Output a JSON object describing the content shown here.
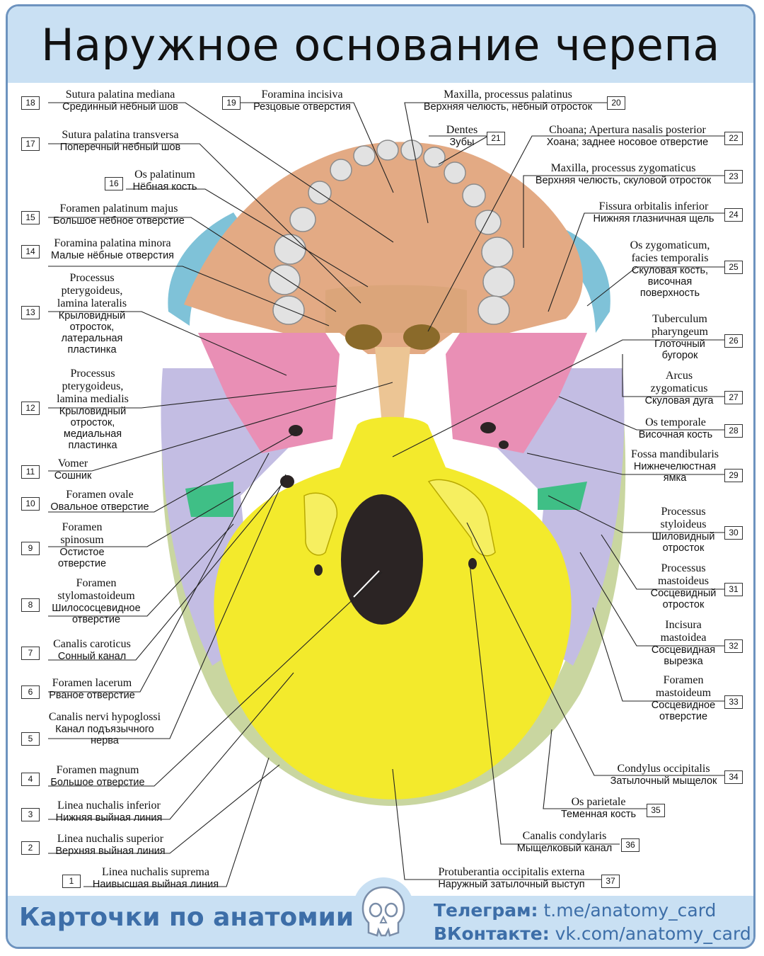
{
  "title": "Наружное основание черепа",
  "footer": {
    "brand": "Карточки по анатомии",
    "telegram_label": "Телеграм:",
    "telegram_value": "t.me/anatomy_card",
    "vk_label": "ВКонтакте:",
    "vk_value": "vk.com/anatomy_card"
  },
  "colors": {
    "maxilla": "#e3aa84",
    "palatine": "#dba57a",
    "sphenoid": "#e98fb5",
    "temporal": "#c3bde3",
    "occipital": "#f3ea2c",
    "zygomatic": "#7fc2d8",
    "parietal": "#c9d6a0",
    "vomer": "#ecc594",
    "teeth": "#e2e2e2",
    "hole": "#2b2424",
    "styloid_green": "#3fbf86",
    "frame": "#6d93bf",
    "band": "#c9e0f3",
    "brand_text": "#3d6ea8"
  },
  "icons": {
    "footer_icon": "skull-icon"
  },
  "labels": [
    {
      "n": "1",
      "lat": "Linea nuchalis suprema",
      "ru": "Наивысшая выйная линия"
    },
    {
      "n": "2",
      "lat": "Linea nuchalis superior",
      "ru": "Верхняя выйная линия"
    },
    {
      "n": "3",
      "lat": "Linea nuchalis inferior",
      "ru": "Нижняя выйная линия"
    },
    {
      "n": "4",
      "lat": "Foramen magnum",
      "ru": "Большое отверстие"
    },
    {
      "n": "5",
      "lat": "Canalis nervi hypoglossi",
      "ru": "Канал подъязычного нерва"
    },
    {
      "n": "6",
      "lat": "Foramen lacerum",
      "ru": "Рваное отверстие"
    },
    {
      "n": "7",
      "lat": "Canalis caroticus",
      "ru": "Сонный канал"
    },
    {
      "n": "8",
      "lat": "Foramen stylomastoideum",
      "ru": "Шилососцевидное отверстие"
    },
    {
      "n": "9",
      "lat": "Foramen spinosum",
      "ru": "Остистое отверстие"
    },
    {
      "n": "10",
      "lat": "Foramen ovale",
      "ru": "Овальное отверстие"
    },
    {
      "n": "11",
      "lat": "Vomer",
      "ru": "Сошник"
    },
    {
      "n": "12",
      "lat": "Processus pterygoideus, lamina medialis",
      "ru": "Крыловидный отросток, медиальная пластинка"
    },
    {
      "n": "13",
      "lat": "Processus pterygoideus, lamina lateralis",
      "ru": "Крыловидный отросток, латеральная пластинка"
    },
    {
      "n": "14",
      "lat": "Foramina palatina minora",
      "ru": "Малые нёбные отверстия"
    },
    {
      "n": "15",
      "lat": "Foramen palatinum majus",
      "ru": "Большое нёбное отверстие"
    },
    {
      "n": "16",
      "lat": "Os palatinum",
      "ru": "Нёбная кость"
    },
    {
      "n": "17",
      "lat": "Sutura palatina transversa",
      "ru": "Поперечный нёбный шов"
    },
    {
      "n": "18",
      "lat": "Sutura palatina mediana",
      "ru": "Срединный нёбный шов"
    },
    {
      "n": "19",
      "lat": "Foramina incisiva",
      "ru": "Резцовые отверстия"
    },
    {
      "n": "20",
      "lat": "Maxilla, processus palatinus",
      "ru": "Верхняя челюсть, нёбный отросток"
    },
    {
      "n": "21",
      "lat": "Dentes",
      "ru": "Зубы"
    },
    {
      "n": "22",
      "lat": "Choana; Apertura nasalis posterior",
      "ru": "Хоана; заднее носовое отверстие"
    },
    {
      "n": "23",
      "lat": "Maxilla, processus zygomaticus",
      "ru": "Верхняя челюсть, скуловой отросток"
    },
    {
      "n": "24",
      "lat": "Fissura orbitalis inferior",
      "ru": "Нижняя глазничная щель"
    },
    {
      "n": "25",
      "lat": "Os zygomaticum, facies temporalis",
      "ru": "Скуловая кость, височная поверхность"
    },
    {
      "n": "26",
      "lat": "Tuberculum pharyngeum",
      "ru": "Глоточный бугорок"
    },
    {
      "n": "27",
      "lat": "Arcus zygomaticus",
      "ru": "Скуловая дуга"
    },
    {
      "n": "28",
      "lat": "Os temporale",
      "ru": "Височная кость"
    },
    {
      "n": "29",
      "lat": "Fossa mandibularis",
      "ru": "Нижнечелюстная ямка"
    },
    {
      "n": "30",
      "lat": "Processus styloideus",
      "ru": "Шиловидный отросток"
    },
    {
      "n": "31",
      "lat": "Processus mastoideus",
      "ru": "Сосцевидный отросток"
    },
    {
      "n": "32",
      "lat": "Incisura mastoidea",
      "ru": "Сосцевидная вырезка"
    },
    {
      "n": "33",
      "lat": "Foramen mastoideum",
      "ru": "Сосцевидное отверстие"
    },
    {
      "n": "34",
      "lat": "Condylus occipitalis",
      "ru": "Затылочный мыщелок"
    },
    {
      "n": "35",
      "lat": "Os parietale",
      "ru": "Теменная кость"
    },
    {
      "n": "36",
      "lat": "Canalis condylaris",
      "ru": "Мыщелковый канал"
    },
    {
      "n": "37",
      "lat": "Protuberantia occipitalis externa",
      "ru": "Наружный затылочный выступ"
    }
  ]
}
